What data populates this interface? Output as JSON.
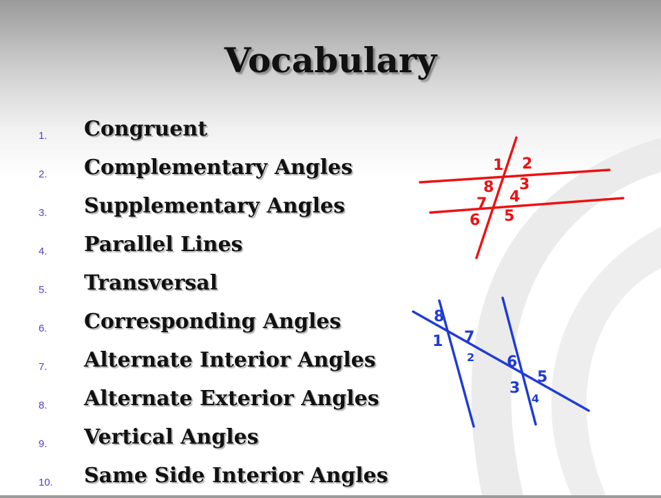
{
  "slide": {
    "title": "Vocabulary",
    "items": [
      {
        "number": "1.",
        "term": "Congruent"
      },
      {
        "number": "2.",
        "term": "Complementary Angles"
      },
      {
        "number": "3.",
        "term": "Supplementary Angles"
      },
      {
        "number": "4.",
        "term": "Parallel Lines"
      },
      {
        "number": "5.",
        "term": "Transversal"
      },
      {
        "number": "6.",
        "term": "Corresponding Angles"
      },
      {
        "number": "7.",
        "term": "Alternate Interior Angles"
      },
      {
        "number": "8.",
        "term": "Alternate Exterior Angles"
      },
      {
        "number": "9.",
        "term": "Vertical Angles"
      },
      {
        "number": "10.",
        "term": "Same Side Interior Angles"
      }
    ]
  },
  "red_diagram": {
    "color": "#ee1111",
    "labels": [
      "1",
      "2",
      "8",
      "3",
      "7",
      "4",
      "6",
      "5"
    ]
  },
  "blue_diagram": {
    "color": "#1f3bd6",
    "labels": [
      "8",
      "7",
      "1",
      "2",
      "6",
      "5",
      "3",
      "4"
    ]
  }
}
